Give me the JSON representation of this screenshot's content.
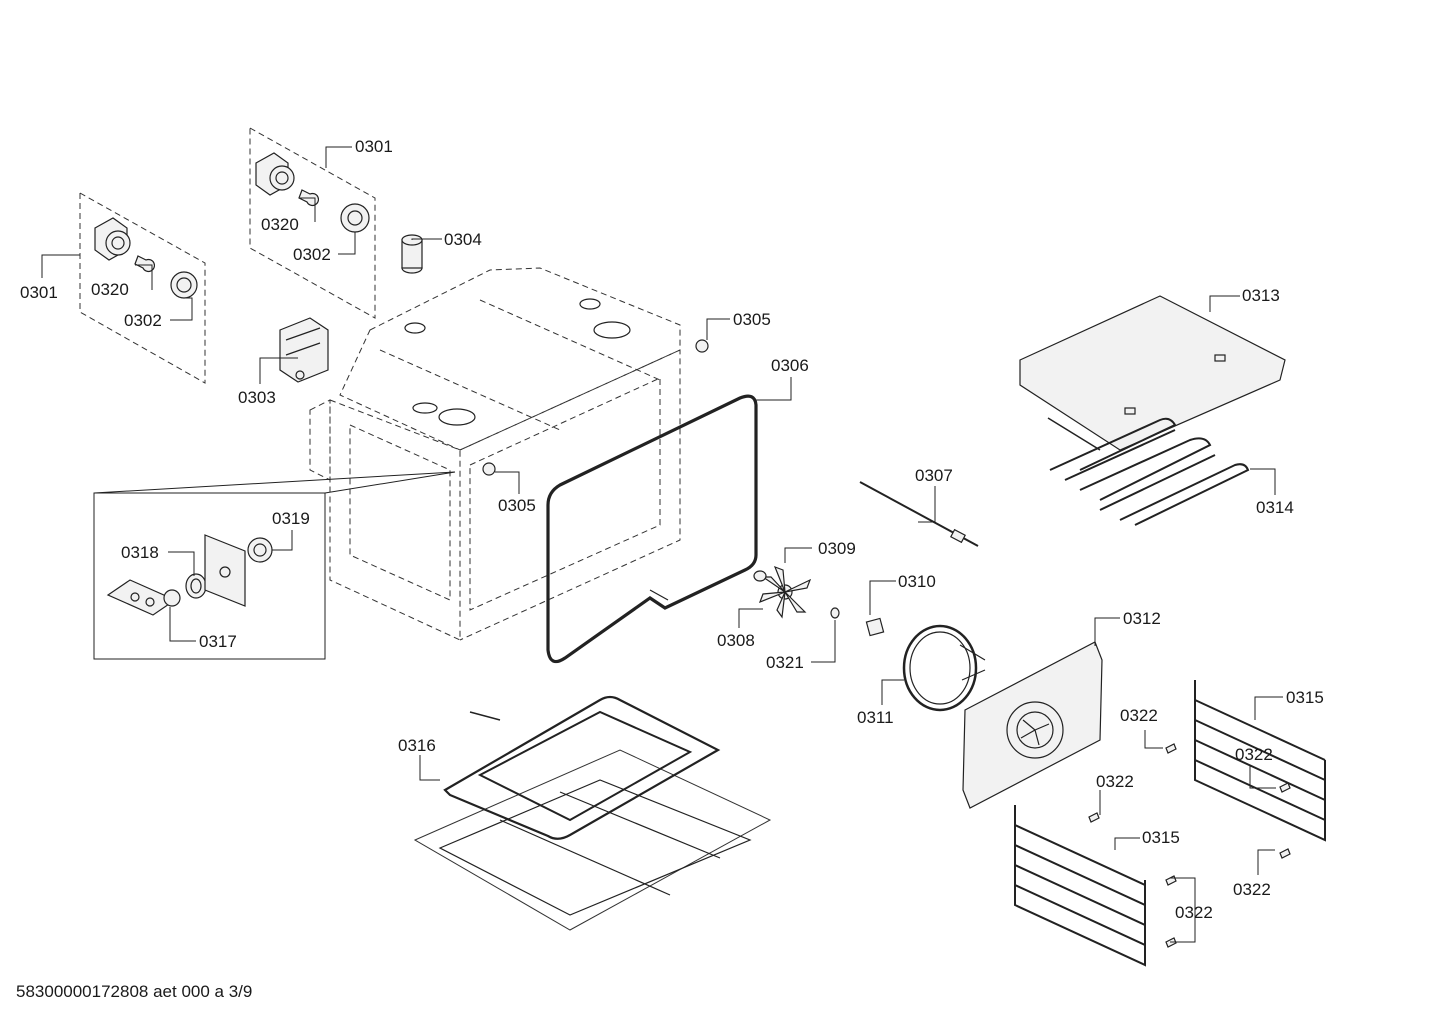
{
  "footer_code": "58300000172808 aet 000 a 3/9",
  "labels": {
    "p0301a": "0301",
    "p0301b": "0301",
    "p0320a": "0320",
    "p0320b": "0320",
    "p0302a": "0302",
    "p0302b": "0302",
    "p0303": "0303",
    "p0304": "0304",
    "p0305a": "0305",
    "p0305b": "0305",
    "p0306": "0306",
    "p0307": "0307",
    "p0308": "0308",
    "p0309": "0309",
    "p0310": "0310",
    "p0311": "0311",
    "p0312": "0312",
    "p0313": "0313",
    "p0314": "0314",
    "p0315a": "0315",
    "p0315b": "0315",
    "p0316": "0316",
    "p0317": "0317",
    "p0318": "0318",
    "p0319": "0319",
    "p0321": "0321",
    "p0322a": "0322",
    "p0322b": "0322",
    "p0322c": "0322",
    "p0322d": "0322",
    "p0322e": "0322"
  }
}
